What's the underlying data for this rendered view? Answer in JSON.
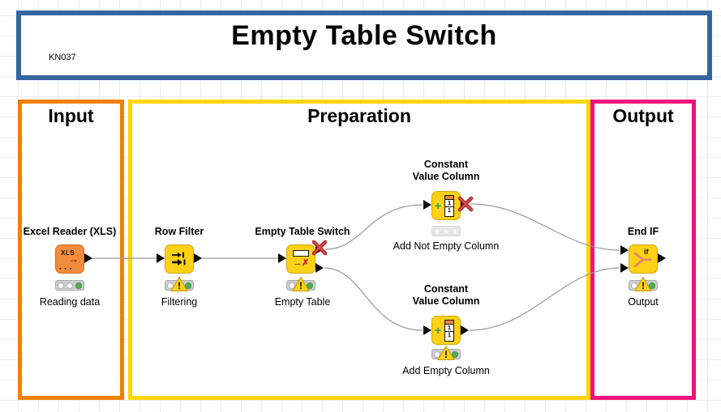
{
  "annotation": {
    "title": "Empty Table Switch",
    "tag": "KN037"
  },
  "sections": [
    {
      "label": "Input"
    },
    {
      "label": "Preparation"
    },
    {
      "label": "Output"
    }
  ],
  "nodes": [
    {
      "id": "excel-reader-xls",
      "name": "Excel Reader (XLS)",
      "comment": "Reading data",
      "status": "executed"
    },
    {
      "id": "row-filter",
      "name": "Row Filter",
      "comment": "Filtering",
      "status": "executed-warning"
    },
    {
      "id": "empty-table-switch",
      "name": "Empty Table Switch",
      "comment": "Empty Table",
      "status": "executed-warning"
    },
    {
      "id": "constant-value-column-top",
      "name_line1": "Constant",
      "name_line2": "Value Column",
      "comment": "Add Not Empty Column",
      "status": "inactive"
    },
    {
      "id": "constant-value-column-bottom",
      "name_line1": "Constant",
      "name_line2": "Value Column",
      "comment": "Add Empty Column",
      "status": "executed-warning"
    },
    {
      "id": "end-if",
      "name": "End IF",
      "comment": "Output",
      "status": "executed-warning"
    }
  ],
  "icons": {
    "xls_label": "XLS",
    "xls_arrow": "→",
    "xls_dots": "▪ ▪ ▪",
    "ets_arrow": "→",
    "ets_x": "✗",
    "plus": "+",
    "col_digit_top": "1",
    "col_digit_bottom": "1",
    "if_label": "if",
    "warning_mark": "!"
  },
  "colors": {
    "annotation_border": "#35659e",
    "input_border": "#f08103",
    "preparation_border": "#ffd702",
    "output_border": "#f2117c",
    "node_yellow": "#fcd116",
    "node_orange": "#f28b3b",
    "status_green": "#4db052",
    "warning_yellow": "#fcd116",
    "inactive_x_red": "#a82222",
    "wire_gray": "#999999"
  }
}
